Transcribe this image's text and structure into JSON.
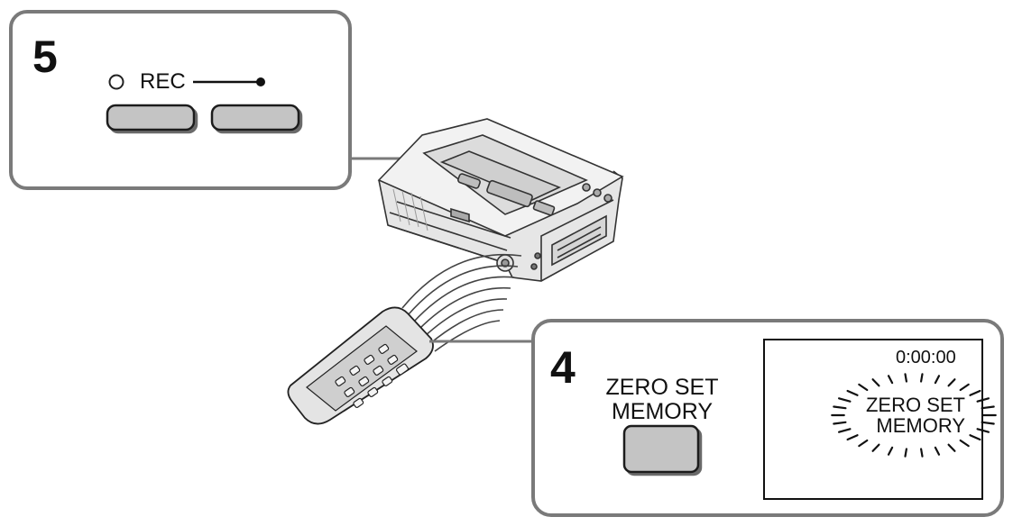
{
  "step5": {
    "number": "5",
    "rec_label": "REC"
  },
  "step4": {
    "number": "4",
    "button_label_line1": "ZERO SET",
    "button_label_line2": "MEMORY",
    "screen": {
      "counter": "0:00:00",
      "indicator_line1": "ZERO SET",
      "indicator_line2": "MEMORY"
    }
  },
  "icons": {
    "device": "video-walkman-icon",
    "remote": "remote-commander-icon",
    "signal": "infrared-signal-icon"
  }
}
